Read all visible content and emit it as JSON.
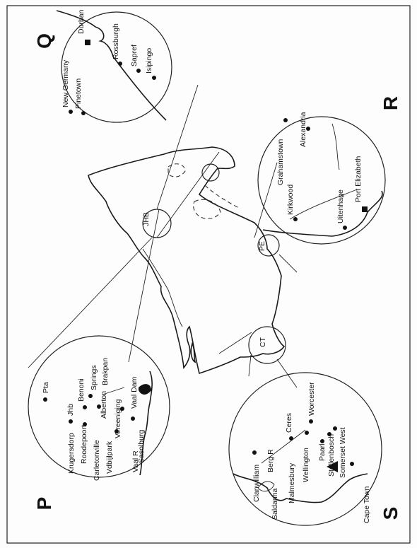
{
  "panels": {
    "p": {
      "letter": "P",
      "towns": {
        "pta": "Pta",
        "jhb": "Jhb",
        "benoni": "Benoni",
        "springs": "Springs",
        "brakpan": "Brakpan",
        "krugersdorp": "Krugersdorp",
        "roodepoort": "Roodepoort",
        "alberton": "Alberton",
        "carletonville": "Carletonville",
        "vdbijlpark": "Vdbijlpark",
        "vereeniging": "Vereeniging",
        "vaal_dam": "Vaal Dam",
        "vaal_r": "Vaal R",
        "sasolburg": "Sasolburg"
      }
    },
    "q": {
      "letter": "Q",
      "towns": {
        "new_germany": "New Germany",
        "pinetown": "Pinetown",
        "durban": "Durban",
        "rossburgh": "Rossburgh",
        "sapref": "Sapref",
        "isipingo": "Isipingo"
      }
    },
    "r": {
      "letter": "R",
      "towns": {
        "grahamstown": "Grahamstown",
        "alexandria": "Alexandria",
        "kirkwood": "Kirkwood",
        "uitenhage": "Uitenhage",
        "port_elizabeth": "Port Elizabeth"
      }
    },
    "s": {
      "letter": "S",
      "towns": {
        "clanwilliam": "Clanwilliam",
        "berg_r": "Berg R",
        "saldanha": "Saldanha",
        "malmesbury": "Malmesbury",
        "ceres": "Ceres",
        "wellington": "Wellington",
        "worcester": "Worcester",
        "paarl": "Paarl",
        "stellenbosch": "Stellenbosch",
        "somerset_west": "Somerset West",
        "cape_town": "Cape Town"
      }
    }
  },
  "main_map": {
    "jhb": "JHB",
    "pe": "PE",
    "ct": "CT"
  }
}
